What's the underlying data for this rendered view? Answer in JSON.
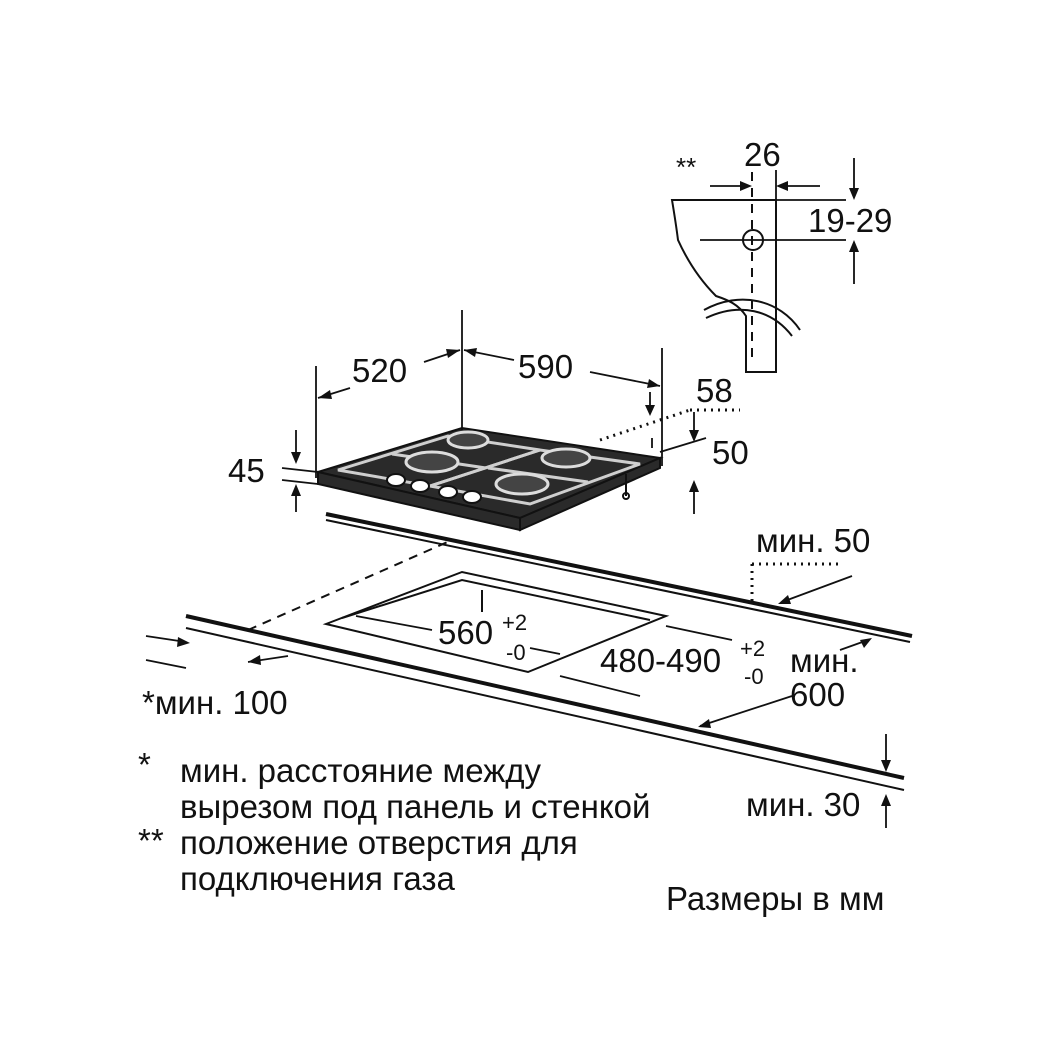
{
  "dimensions": {
    "depth": "520",
    "width": "590",
    "side_offset": "58",
    "height": "45",
    "gas_height": "50",
    "connector_width": "26",
    "connector_height": "19-29",
    "double_star": "**",
    "top_gap": "мин. 50",
    "cutout_width": "560",
    "cutout_width_tol_plus": "+2",
    "cutout_width_tol_minus": "-0",
    "cutout_depth": "480-490",
    "cutout_depth_tol_plus": "+2",
    "cutout_depth_tol_minus": "-0",
    "min_600_label": "мин.",
    "min_600_value": "600",
    "min_100": "*мин. 100",
    "min_30": "мин. 30"
  },
  "notes": {
    "star1_marker": "*",
    "star1_line1": "мин. расстояние между",
    "star1_line2": "вырезом под панель и стенкой",
    "star2_marker": "**",
    "star2_line1": "положение отверстия для",
    "star2_line2": "подключения газа",
    "units": "Размеры в мм"
  }
}
